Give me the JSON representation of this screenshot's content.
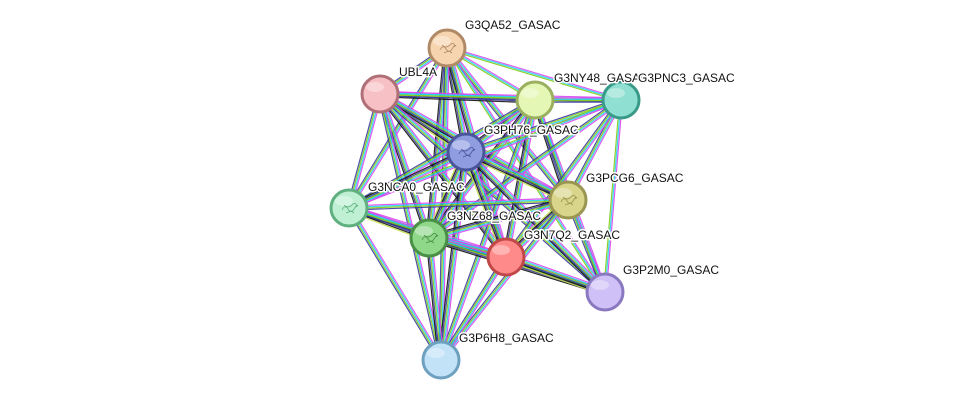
{
  "network": {
    "edge_colors": [
      "#d946ef",
      "#22d3ee",
      "#84cc16",
      "#3b3b9e",
      "#111111",
      "#c4e04a"
    ],
    "nodes": [
      {
        "id": "G3QA52",
        "label": "G3QA52_GASAC",
        "fill": "#f7d4b0",
        "stroke": "#b08a66",
        "has_structure": true
      },
      {
        "id": "UBL4A",
        "label": "UBL4A",
        "fill": "#f7c0c4",
        "stroke": "#b07078",
        "has_structure": false
      },
      {
        "id": "G3NY48",
        "label": "G3NY48_GASAC",
        "fill": "#e4f7b4",
        "stroke": "#9ab060",
        "has_structure": false
      },
      {
        "id": "G3PNC3",
        "label": "G3PNC3_GASAC",
        "fill": "#8fe0d2",
        "stroke": "#3a9a8a",
        "has_structure": false
      },
      {
        "id": "G3PH76",
        "label": "G3PH76_GASAC",
        "fill": "#8f9ce0",
        "stroke": "#4a569a",
        "has_structure": true
      },
      {
        "id": "G3NCA0",
        "label": "G3NCA0_GASAC",
        "fill": "#bff0d4",
        "stroke": "#5fb07e",
        "has_structure": true
      },
      {
        "id": "G3PCG6",
        "label": "G3PCG6_GASAC",
        "fill": "#d9d58a",
        "stroke": "#9a9550",
        "has_structure": true
      },
      {
        "id": "G3NZ68",
        "label": "G3NZ68_GASAC",
        "fill": "#8fd88a",
        "stroke": "#4a8f46",
        "has_structure": true
      },
      {
        "id": "G3N7Q2",
        "label": "G3N7Q2_GASAC",
        "fill": "#ff8a8a",
        "stroke": "#c04848",
        "has_structure": false
      },
      {
        "id": "G3P2M0",
        "label": "G3P2M0_GASAC",
        "fill": "#cfc0f7",
        "stroke": "#8a78c0",
        "has_structure": false
      },
      {
        "id": "G3P6H8",
        "label": "G3P6H8_GASAC",
        "fill": "#c2e2f7",
        "stroke": "#6ea0c0",
        "has_structure": false
      }
    ],
    "edges": [
      [
        "G3QA52",
        "UBL4A",
        4
      ],
      [
        "G3QA52",
        "G3NY48",
        3
      ],
      [
        "G3QA52",
        "G3PNC3",
        3
      ],
      [
        "G3QA52",
        "G3PH76",
        5
      ],
      [
        "G3QA52",
        "G3NCA0",
        4
      ],
      [
        "G3QA52",
        "G3PCG6",
        4
      ],
      [
        "G3QA52",
        "G3NZ68",
        5
      ],
      [
        "G3QA52",
        "G3N7Q2",
        5
      ],
      [
        "G3QA52",
        "G3P2M0",
        3
      ],
      [
        "G3QA52",
        "G3P6H8",
        4
      ],
      [
        "UBL4A",
        "G3NY48",
        5
      ],
      [
        "UBL4A",
        "G3PNC3",
        4
      ],
      [
        "UBL4A",
        "G3PH76",
        6
      ],
      [
        "UBL4A",
        "G3NCA0",
        4
      ],
      [
        "UBL4A",
        "G3PCG6",
        5
      ],
      [
        "UBL4A",
        "G3NZ68",
        5
      ],
      [
        "UBL4A",
        "G3N7Q2",
        5
      ],
      [
        "UBL4A",
        "G3P2M0",
        4
      ],
      [
        "UBL4A",
        "G3P6H8",
        4
      ],
      [
        "G3NY48",
        "G3PNC3",
        4
      ],
      [
        "G3NY48",
        "G3PH76",
        5
      ],
      [
        "G3NY48",
        "G3NCA0",
        4
      ],
      [
        "G3NY48",
        "G3PCG6",
        5
      ],
      [
        "G3NY48",
        "G3NZ68",
        5
      ],
      [
        "G3NY48",
        "G3N7Q2",
        5
      ],
      [
        "G3NY48",
        "G3P2M0",
        4
      ],
      [
        "G3NY48",
        "G3P6H8",
        4
      ],
      [
        "G3PNC3",
        "G3PH76",
        4
      ],
      [
        "G3PNC3",
        "G3NCA0",
        3
      ],
      [
        "G3PNC3",
        "G3PCG6",
        4
      ],
      [
        "G3PNC3",
        "G3NZ68",
        4
      ],
      [
        "G3PNC3",
        "G3N7Q2",
        4
      ],
      [
        "G3PNC3",
        "G3P2M0",
        3
      ],
      [
        "G3PH76",
        "G3NCA0",
        5
      ],
      [
        "G3PH76",
        "G3PCG6",
        6
      ],
      [
        "G3PH76",
        "G3NZ68",
        6
      ],
      [
        "G3PH76",
        "G3N7Q2",
        6
      ],
      [
        "G3PH76",
        "G3P2M0",
        5
      ],
      [
        "G3PH76",
        "G3P6H8",
        5
      ],
      [
        "G3NCA0",
        "G3PCG6",
        4
      ],
      [
        "G3NCA0",
        "G3NZ68",
        6
      ],
      [
        "G3NCA0",
        "G3N7Q2",
        5
      ],
      [
        "G3NCA0",
        "G3P2M0",
        4
      ],
      [
        "G3NCA0",
        "G3P6H8",
        4
      ],
      [
        "G3PCG6",
        "G3NZ68",
        5
      ],
      [
        "G3PCG6",
        "G3N7Q2",
        6
      ],
      [
        "G3PCG6",
        "G3P2M0",
        4
      ],
      [
        "G3PCG6",
        "G3P6H8",
        4
      ],
      [
        "G3NZ68",
        "G3N7Q2",
        6
      ],
      [
        "G3NZ68",
        "G3P2M0",
        5
      ],
      [
        "G3NZ68",
        "G3P6H8",
        5
      ],
      [
        "G3N7Q2",
        "G3P2M0",
        6
      ],
      [
        "G3N7Q2",
        "G3P6H8",
        4
      ]
    ]
  }
}
